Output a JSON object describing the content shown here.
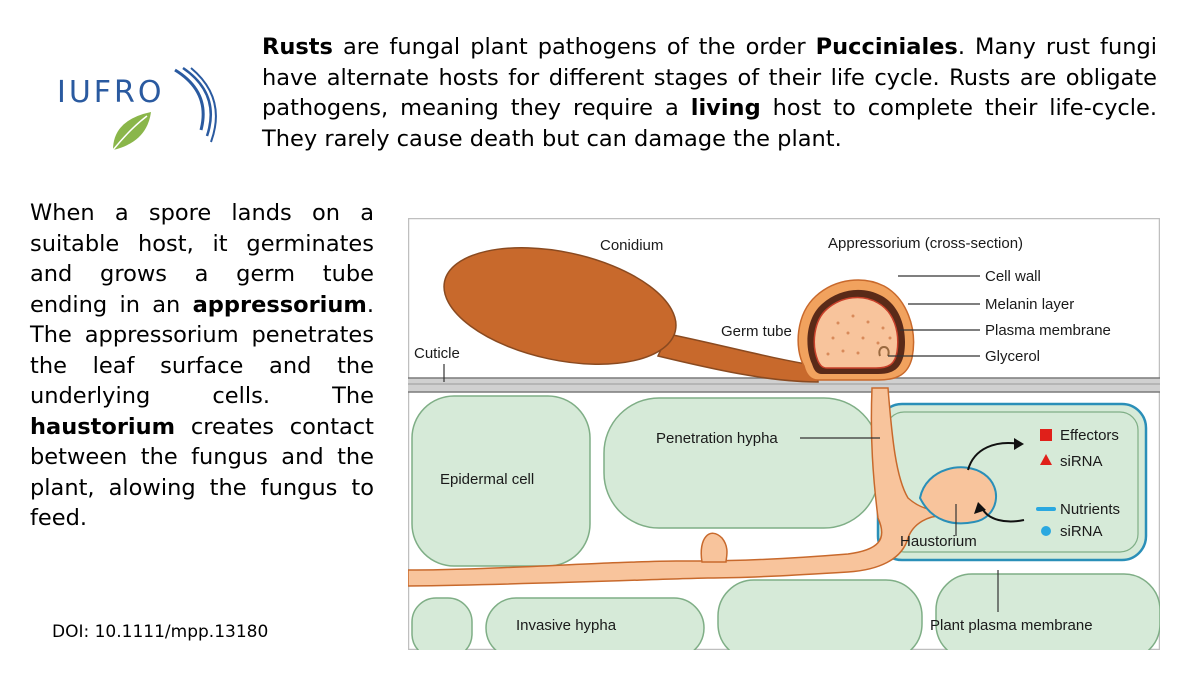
{
  "logo": {
    "text": "IUFRO"
  },
  "intro": {
    "t1": "Rusts",
    "t2": " are fungal plant pathogens of the order ",
    "t3": "Pucciniales",
    "t4": ". Many rust fungi have alternate hosts for different stages of their life cycle. Rusts are obligate pathogens, meaning they require a ",
    "t5": "living",
    "t6": " host to complete their life-cycle. They rarely cause death but can damage the plant."
  },
  "side": {
    "s1": "When a spore lands on a suitable host, it germinates and grows a germ tube ending in an ",
    "s2": "appressorium",
    "s3": ". The appressorium penetrates the leaf surface and the underlying cells. The ",
    "s4": "haustorium",
    "s5": " creates contact between the fungus and the plant, alowing the fungus to feed."
  },
  "doi": "DOI: 10.1111/mpp.13180",
  "diagram": {
    "labels": {
      "conidium": "Conidium",
      "appressorium": "Appressorium (cross-section)",
      "cell_wall": "Cell wall",
      "melanin": "Melanin layer",
      "plasma_membrane": "Plasma membrane",
      "glycerol": "Glycerol",
      "germ_tube": "Germ tube",
      "cuticle": "Cuticle",
      "penetration_hypha": "Penetration hypha",
      "epidermal_cell": "Epidermal cell",
      "effectors": "Effectors",
      "sirna_out": "siRNA",
      "nutrients": "Nutrients",
      "sirna_in": "siRNA",
      "haustorium": "Haustorium",
      "invasive_hypha": "Invasive hypha",
      "plant_plasma_membrane": "Plant plasma membrane"
    },
    "colors": {
      "fungus_dark": "#c8692c",
      "fungus_light": "#f8c49c",
      "plant_cell": "#d6ead8",
      "plant_cell_edge": "#7fae86",
      "effector": "#e0201a",
      "nutrient": "#2aa8e0"
    }
  }
}
